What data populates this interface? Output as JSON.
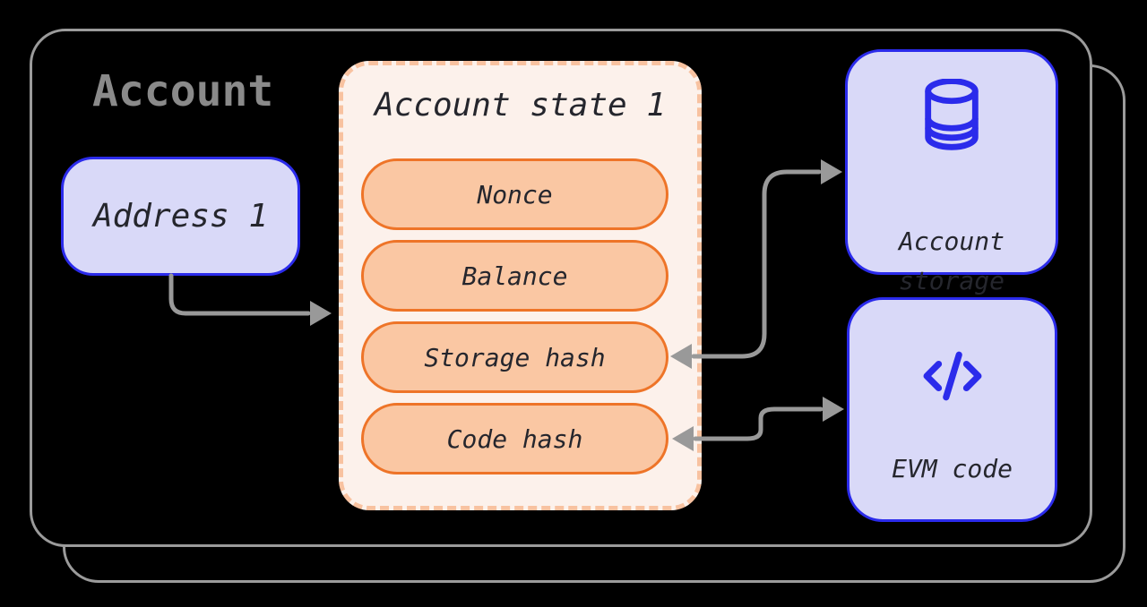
{
  "card": {
    "label": "Account"
  },
  "address_box": {
    "label": "Address 1"
  },
  "state_box": {
    "title": "Account state 1",
    "fields": [
      "Nonce",
      "Balance",
      "Storage hash",
      "Code hash"
    ]
  },
  "storage_box": {
    "icon": "database-icon",
    "line1": "Account",
    "line2": "storage"
  },
  "evm_box": {
    "icon": "code-icon",
    "label": "EVM code"
  },
  "colors": {
    "background": "#000000",
    "card_border": "#9B9B9B",
    "heading_gray": "#8A8A8A",
    "lavender_fill": "#D9D9F8",
    "blue_border": "#2B2BEB",
    "cream_fill": "#FCF1EB",
    "dash_border": "#F8C2A0",
    "pill_fill": "#FAC7A3",
    "pill_border": "#EE7428",
    "arrow_gray": "#999999",
    "text_dark": "#25262D"
  }
}
